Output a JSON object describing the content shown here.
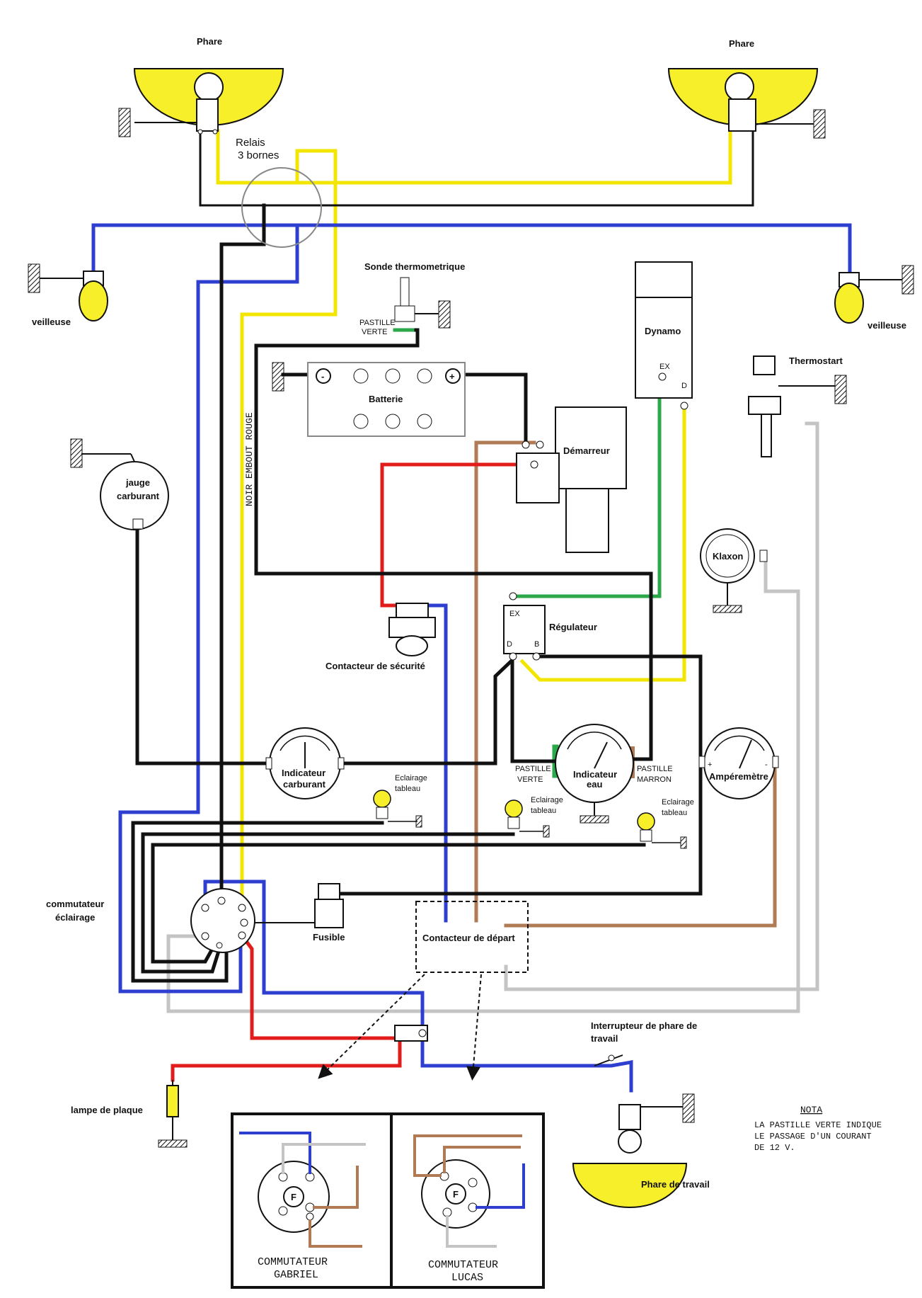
{
  "colors": {
    "yellow": "#f2e600",
    "blue": "#2e3fd0",
    "black": "#111111",
    "red": "#e21b1b",
    "green": "#2aa84a",
    "brown": "#b07a55",
    "grey": "#c4c4c4",
    "lamp": "#f7ef2a"
  },
  "labels": {
    "phare_left": "Phare",
    "phare_right": "Phare",
    "relais_line1": "Relais",
    "relais_line2": "3 bornes",
    "veilleuse_left": "veilleuse",
    "veilleuse_right": "veilleuse",
    "sonde": "Sonde thermometrique",
    "pastille_verte_1": "PASTILLE",
    "pastille_verte_2": "VERTE",
    "dynamo": "Dynamo",
    "dynamo_ex": "EX",
    "dynamo_d": "D",
    "thermostart": "Thermostart",
    "batterie": "Batterie",
    "demarreur": "Démarreur",
    "noir_embout_rouge": "NOIR EMBOUT ROUGE",
    "jauge_1": "jauge",
    "jauge_2": "carburant",
    "klaxon": "Klaxon",
    "regulateur": "Régulateur",
    "reg_ex": "EX",
    "reg_d": "D",
    "reg_b": "B",
    "contacteur_securite": "Contacteur de sécurité",
    "indicateur_carb_1": "Indicateur",
    "indicateur_carb_2": "carburant",
    "indicateur_eau_1": "Indicateur",
    "indicateur_eau_2": "eau",
    "pastille_verte_eau_1": "PASTILLE",
    "pastille_verte_eau_2": "VERTE",
    "pastille_marron_1": "PASTILLE",
    "pastille_marron_2": "MARRON",
    "amperemetre": "Ampéremètre",
    "eclairage_1": "Eclairage",
    "eclairage_2": "tableau",
    "commutateur_eclairage_1": "commutateur",
    "commutateur_eclairage_2": "éclairage",
    "fusible": "Fusible",
    "contacteur_depart": "Contacteur de départ",
    "interrupteur_1": "Interrupteur de phare de",
    "interrupteur_2": "travail",
    "lampe_plaque": "lampe de plaque",
    "phare_travail": "Phare de travail",
    "nota_title": "NOTA",
    "nota_1": "LA PASTILLE VERTE INDIQUE",
    "nota_2": "LE PASSAGE D'UN COURANT",
    "nota_3": "DE 12 V.",
    "comm_gabriel_1": "COMMUTATEUR",
    "comm_gabriel_2": "GABRIEL",
    "comm_lucas_1": "COMMUTATEUR",
    "comm_lucas_2": "LUCAS",
    "f_letter": "F",
    "plus": "+",
    "minus": "-"
  }
}
